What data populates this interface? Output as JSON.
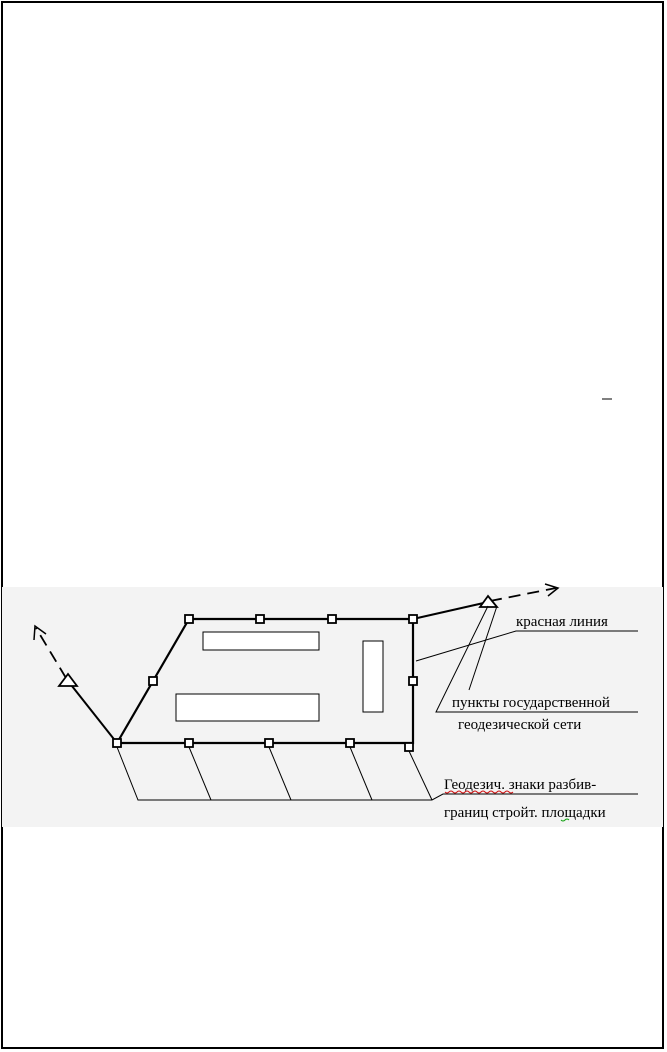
{
  "labels": {
    "red_line": "красная линия",
    "state_network_line1": "пункты государственной",
    "state_network_line2": "геодезической сети",
    "markers_line1": "Геодезич. знаки разбив-",
    "markers_line2": "границ стройт. площадки"
  },
  "colors": {
    "ink": "#000000",
    "background": "#ffffff",
    "scan_band": "#f3f3f3"
  },
  "icons": {
    "state_point": "triangle-icon",
    "boundary_marker": "square-marker-icon",
    "direction": "dashed-arrow-icon"
  }
}
